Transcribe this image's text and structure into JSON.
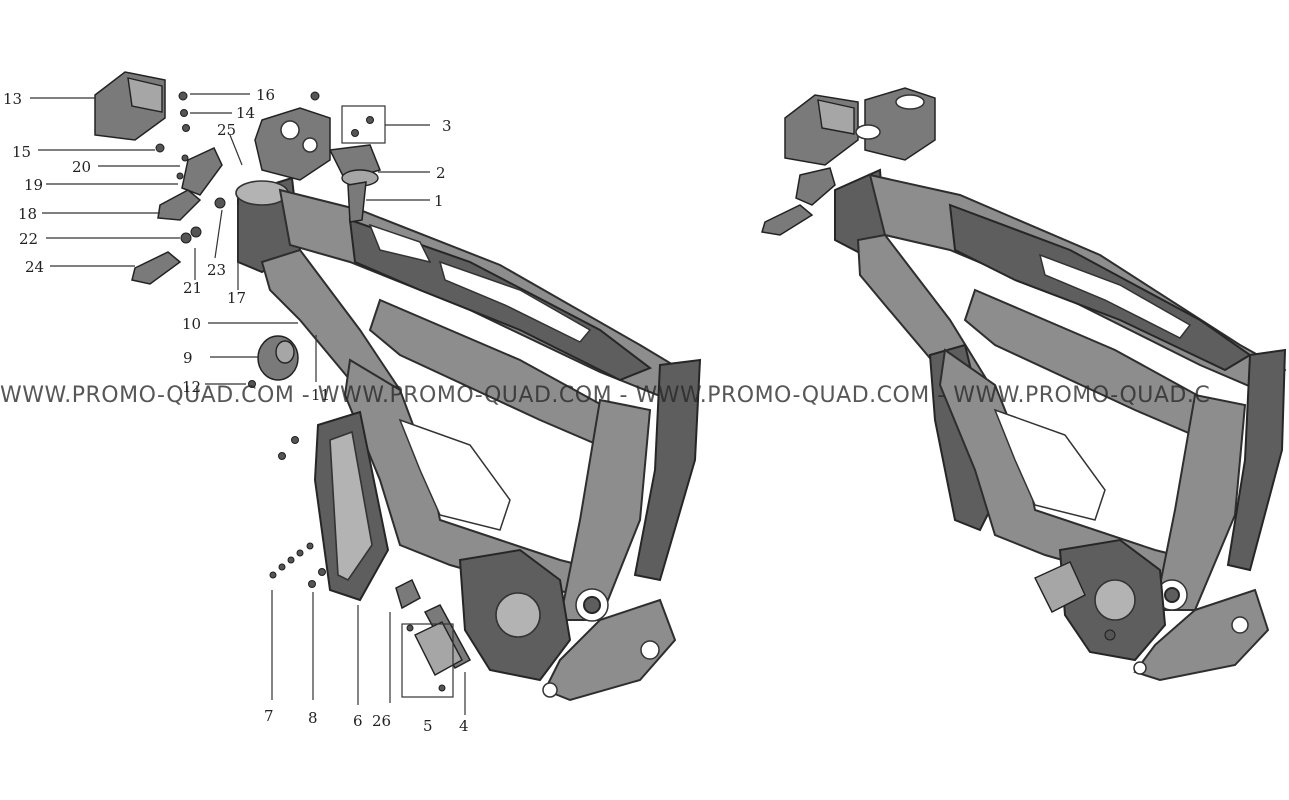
{
  "watermark": "WWW.PROMO-QUAD.COM - WWW.PROMO-QUAD.COM - WWW.PROMO-QUAD.COM - WWW.PROMO-QUAD.C",
  "callouts": {
    "c1": "1",
    "c2": "2",
    "c3": "3",
    "c4": "4",
    "c5": "5",
    "c6": "6",
    "c7": "7",
    "c8": "8",
    "c9": "9",
    "c10": "10",
    "c11": "11",
    "c12": "12",
    "c13": "13",
    "c14": "14",
    "c15": "15",
    "c16": "16",
    "c17": "17",
    "c18": "18",
    "c19": "19",
    "c20": "20",
    "c21": "21",
    "c22": "22",
    "c23": "23",
    "c24": "24",
    "c25": "25",
    "c26": "26"
  },
  "colors": {
    "frame": "#8d8d8d",
    "outline": "#2e2e2e",
    "background": "#ffffff"
  }
}
